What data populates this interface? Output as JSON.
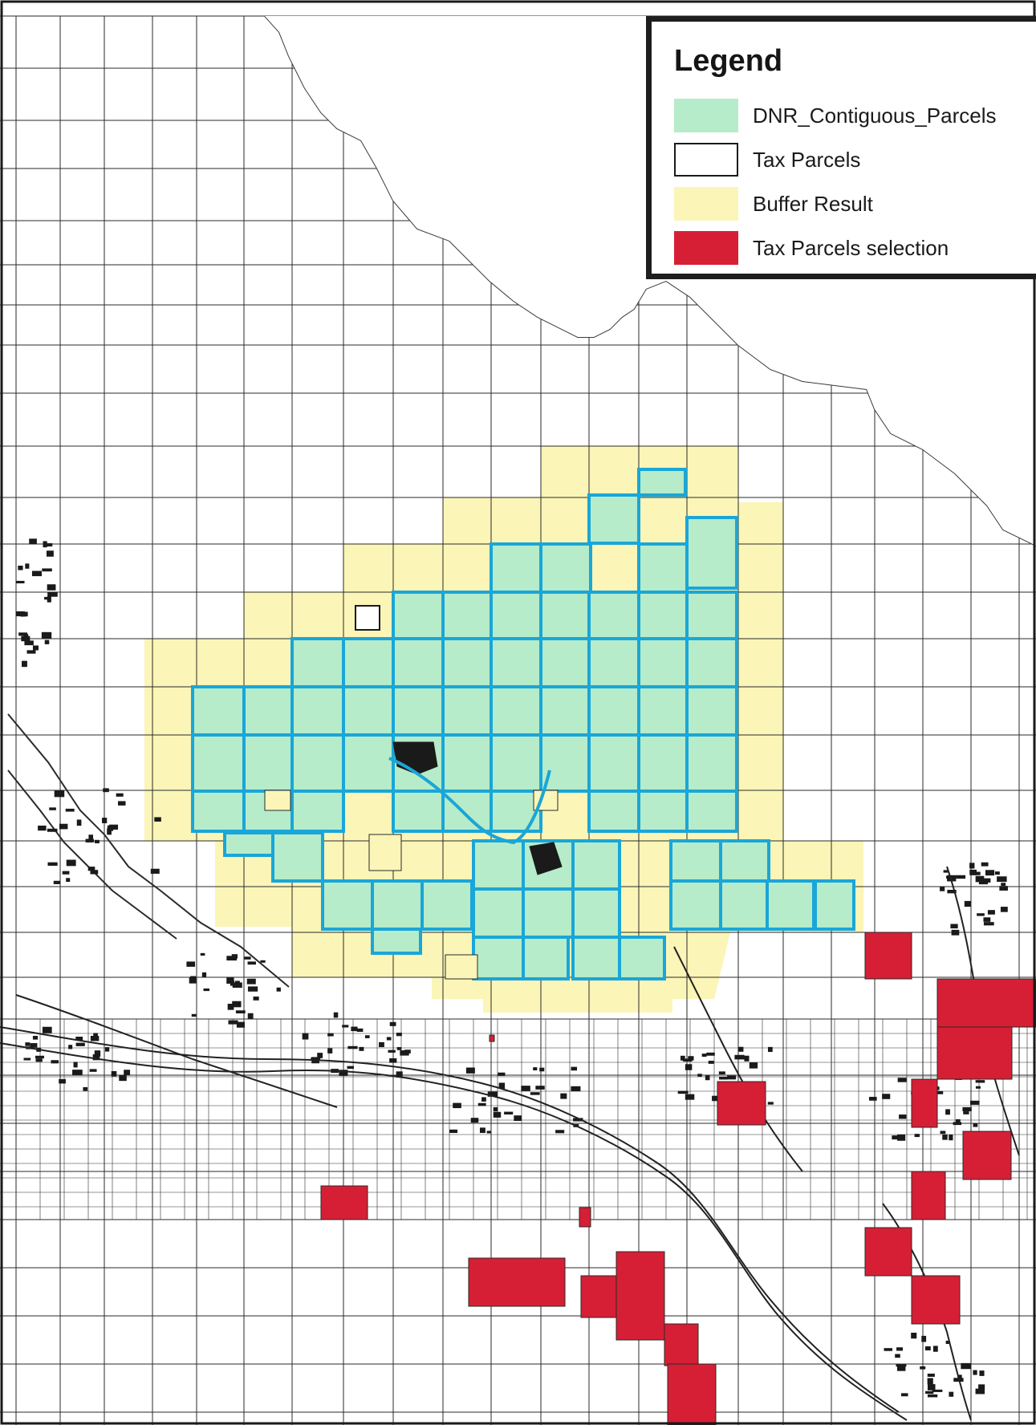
{
  "legend": {
    "title": "Legend",
    "items": [
      {
        "label": "DNR_Contiguous_Parcels",
        "fill": "#b6ecc9",
        "stroke": "#b6ecc9",
        "icon": "filled-square"
      },
      {
        "label": "Tax Parcels",
        "fill": "#ffffff",
        "stroke": "#1a1a1a",
        "icon": "outlined-square"
      },
      {
        "label": "Buffer Result",
        "fill": "#fbf5b7",
        "stroke": "#fbf5b7",
        "icon": "filled-square"
      },
      {
        "label": "Tax Parcels selection",
        "fill": "#d61f35",
        "stroke": "#d61f35",
        "icon": "filled-square"
      }
    ]
  },
  "colors": {
    "contiguous_fill": "#b6ecc9",
    "contiguous_outline": "#1aa6d8",
    "buffer_fill": "#fbf5b7",
    "selection_fill": "#d61f35",
    "parcel_line": "#2a2a2a",
    "urban_dense": "#1a1a1a"
  }
}
